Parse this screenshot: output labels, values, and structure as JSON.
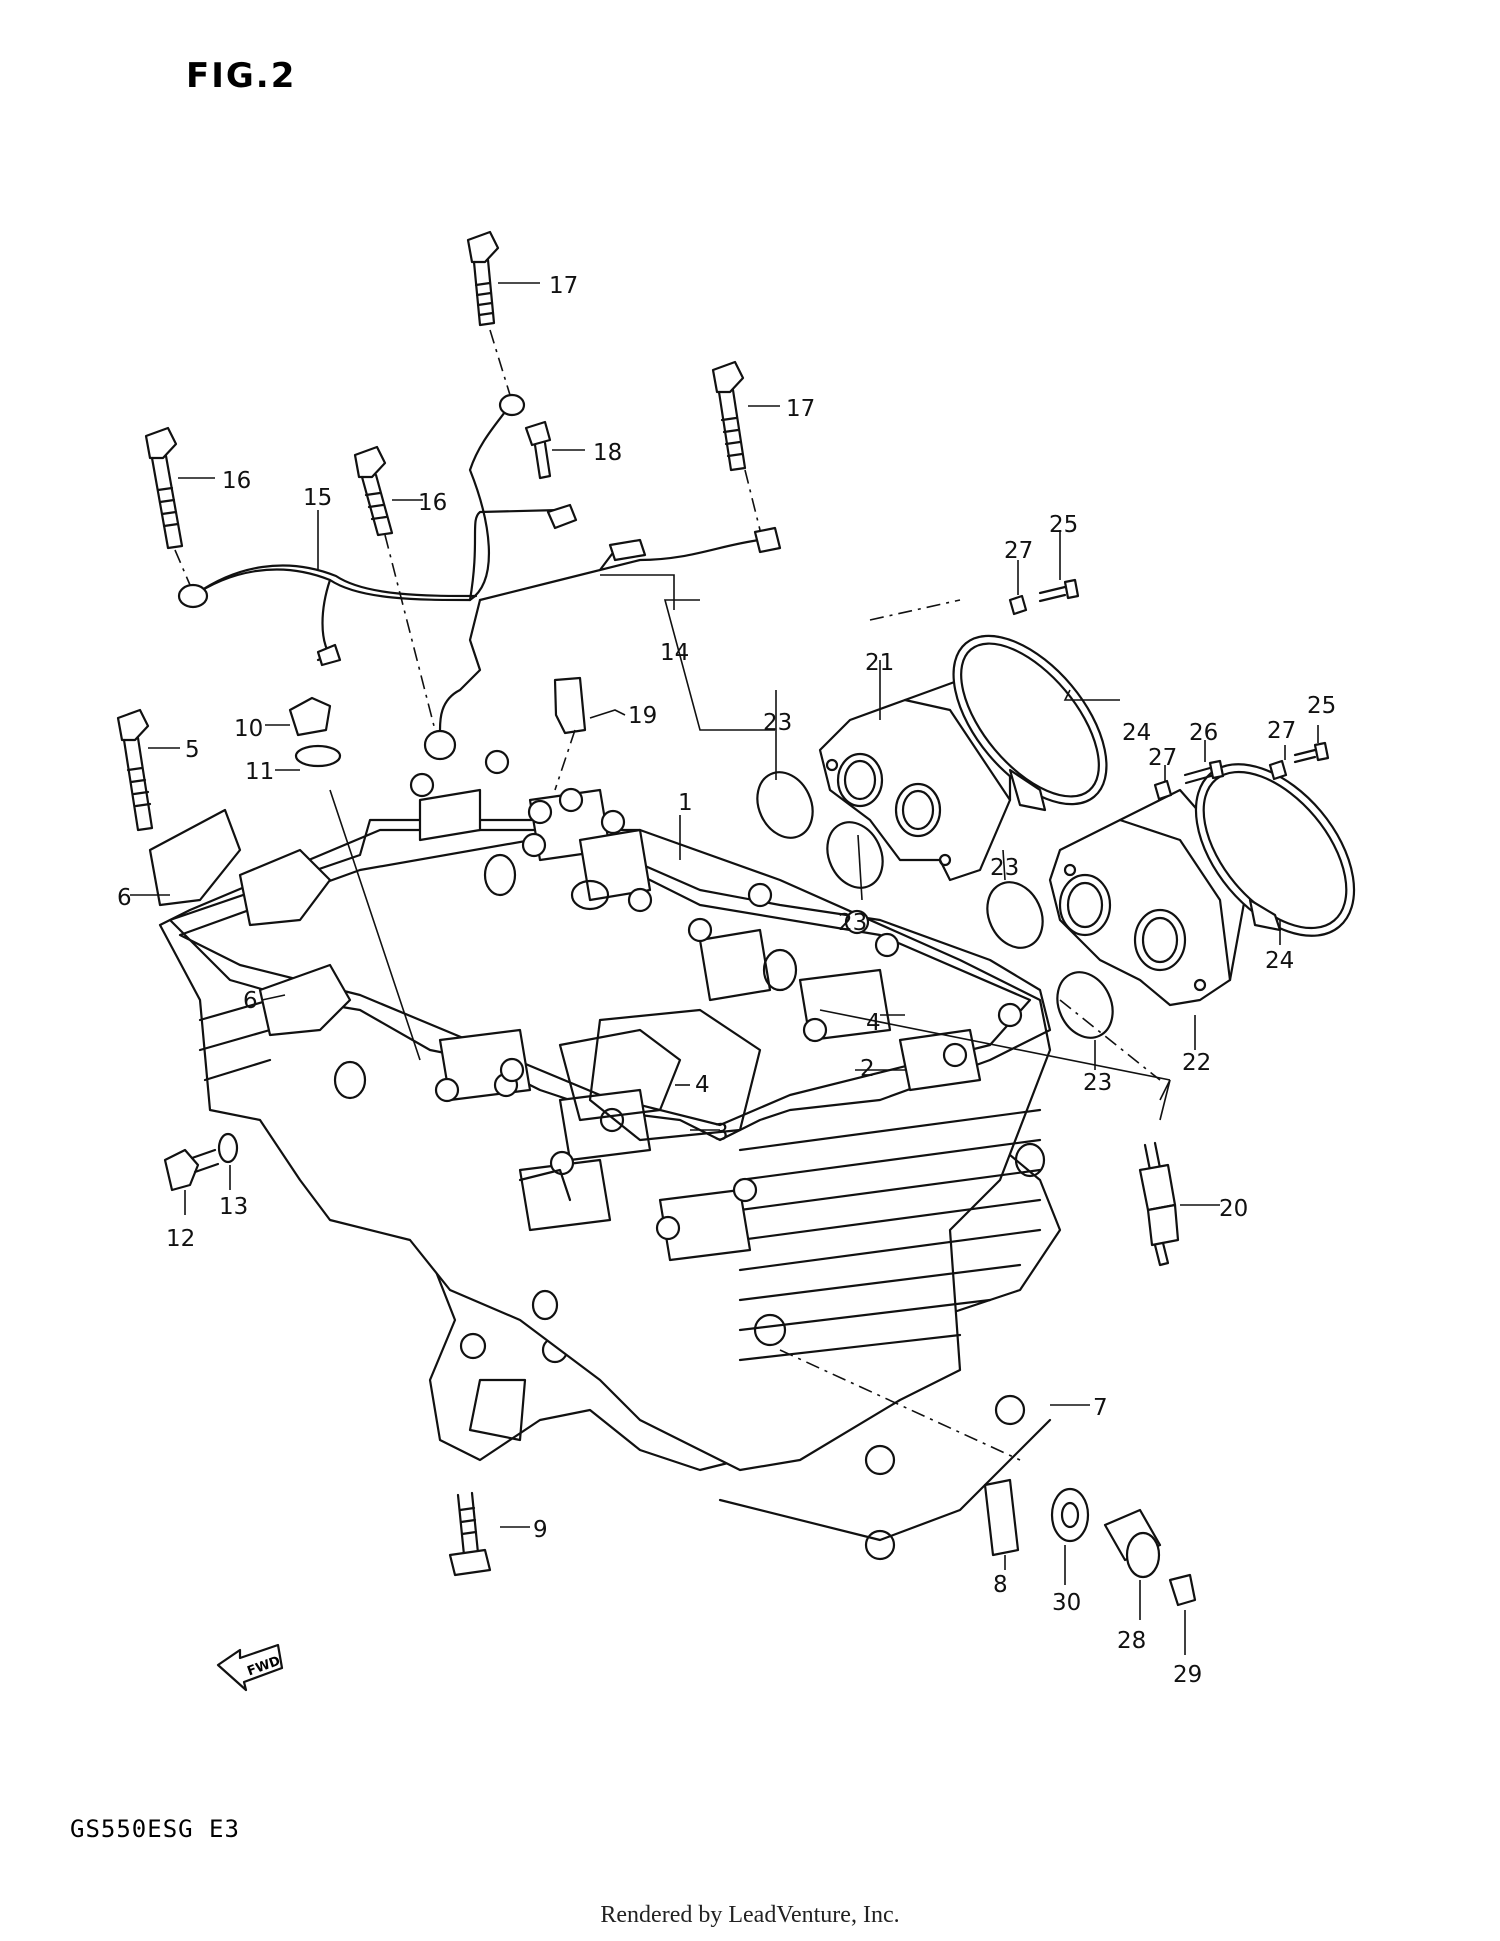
{
  "figure_title": "FIG.2",
  "model_code": "GS550ESG  E3",
  "footer": "Rendered by LeadVenture, Inc.",
  "fwd_arrow_text": "FWD",
  "callouts": [
    "1",
    "2",
    "3",
    "4",
    "4",
    "5",
    "6",
    "6",
    "7",
    "8",
    "9",
    "10",
    "11",
    "12",
    "13",
    "14",
    "15",
    "16",
    "16",
    "17",
    "17",
    "18",
    "19",
    "20",
    "21",
    "22",
    "23",
    "23",
    "23",
    "23",
    "24",
    "24",
    "25",
    "25",
    "26",
    "27",
    "27",
    "27",
    "28",
    "29",
    "30"
  ]
}
